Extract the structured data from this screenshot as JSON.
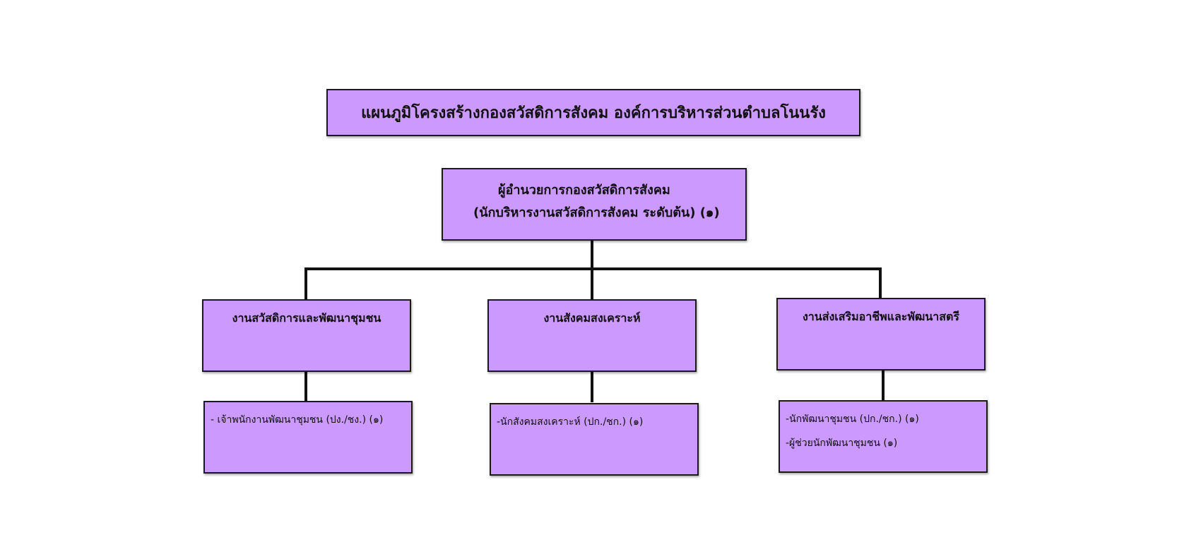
{
  "title": "แผนภูมิโครงสร้างกองสวัสดิการสังคม องค์การบริหารส่วนตำบลโนนรัง",
  "head": {
    "line1": "ผู้อำนวยการกองสวัสดิการสังคม",
    "line2": "(นักบริหารงานสวัสดิการสังคม ระดับต้น) (๑)"
  },
  "departments": [
    {
      "label": "งานสวัสดิการและพัฒนาชุมชน",
      "staff": [
        "- เจ้าพนักงานพัฒนาชุมชน (ปง./ชง.) (๑)"
      ]
    },
    {
      "label": "งานสังคมสงเคราะห์",
      "staff": [
        "-นักสังคมสงเคราะห์ (ปก./ชก.)  (๑)"
      ]
    },
    {
      "label": "งานส่งเสริมอาชีพและพัฒนาสตรี",
      "staff": [
        "-นักพัฒนาชุมชน (ปก./ชก.) (๑)",
        "-ผู้ช่วยนักพัฒนาชุมชน (๑)"
      ]
    }
  ],
  "colors": {
    "box_fill": "#cc99ff",
    "border": "#1a1a1a",
    "connector": "#111111"
  }
}
